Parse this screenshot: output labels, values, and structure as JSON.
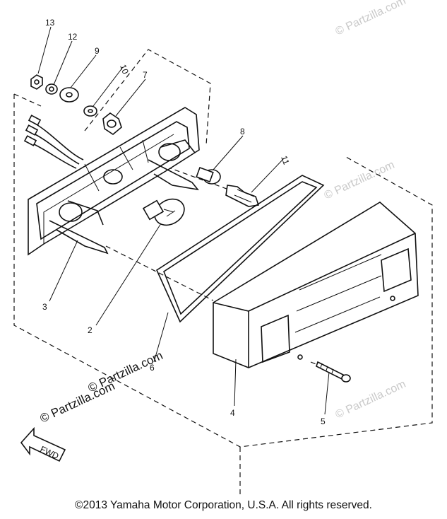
{
  "diagram": {
    "callouts": [
      "13",
      "12",
      "9",
      "10",
      "7",
      "8",
      "11",
      "3",
      "2",
      "6",
      "4",
      "5"
    ],
    "fwd_label": "FWD",
    "watermarks": [
      "© Partzilla.com",
      "© Partzilla.com",
      "© Partzilla.com",
      "© Partzilla.com",
      "© Partzilla.com"
    ]
  },
  "footer": {
    "copyright": "©2013 Yamaha Motor Corporation, U.S.A. All rights reserved."
  }
}
